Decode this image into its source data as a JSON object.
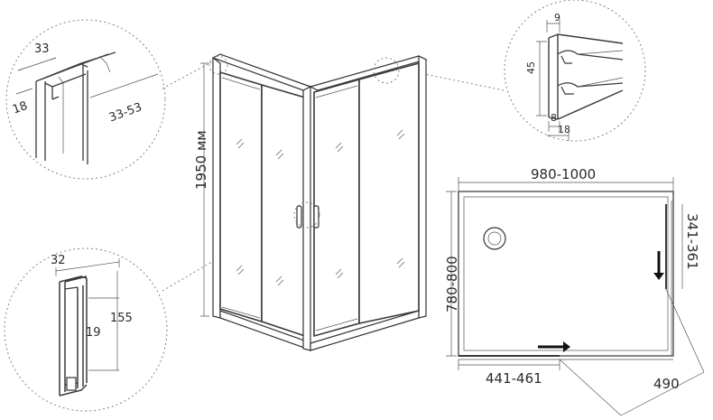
{
  "dimensions": {
    "height": "1950 мм",
    "profile_width": "33",
    "profile_thickness": "18",
    "profile_range": "33-53",
    "seal_top": "9",
    "seal_height": "45",
    "seal_bottom": "8",
    "seal_base": "18",
    "handle_width": "32",
    "handle_depth": "19",
    "handle_height": "155",
    "tray_width": "980-1000",
    "tray_depth": "780-800",
    "door_width": "441-461",
    "side_door": "341-361",
    "entry": "490"
  }
}
